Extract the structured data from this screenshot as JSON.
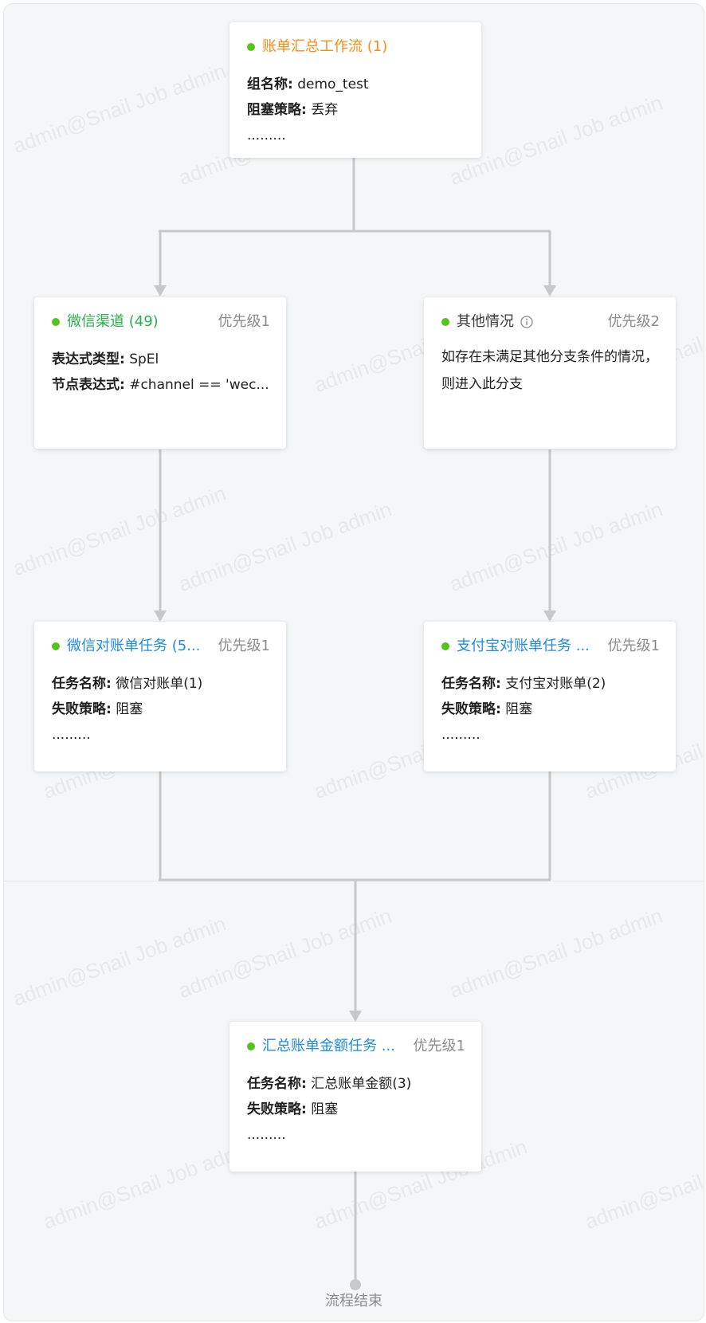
{
  "root": {
    "title": "账单汇总工作流 (1)",
    "rows": [
      {
        "key": "组名称:",
        "value": "demo_test"
      },
      {
        "key": "阻塞策略:",
        "value": "丢弃"
      }
    ],
    "more": "........."
  },
  "branches": [
    {
      "title": "微信渠道  (49)",
      "priority": "优先级1",
      "rows": [
        {
          "key": "表达式类型:",
          "value": "SpEl"
        },
        {
          "key": "节点表达式:",
          "value": "#channel == 'wec..."
        }
      ]
    },
    {
      "title": "其他情况",
      "priority": "优先级2",
      "description": "如存在未满足其他分支条件的情况，则进入此分支"
    }
  ],
  "tasks": [
    {
      "title": "微信对账单任务  (5...",
      "priority": "优先级1",
      "rows": [
        {
          "key": "任务名称:",
          "value": "微信对账单(1)"
        },
        {
          "key": "失败策略:",
          "value": "阻塞"
        }
      ],
      "more": "........."
    },
    {
      "title": "支付宝对账单任务 ...",
      "priority": "优先级1",
      "rows": [
        {
          "key": "任务名称:",
          "value": "支付宝对账单(2)"
        },
        {
          "key": "失败策略:",
          "value": "阻塞"
        }
      ],
      "more": "........."
    }
  ],
  "summary": {
    "title": "汇总账单金额任务 ...",
    "priority": "优先级1",
    "rows": [
      {
        "key": "任务名称:",
        "value": "汇总账单金额(3)"
      },
      {
        "key": "失败策略:",
        "value": "阻塞"
      }
    ],
    "more": "........."
  },
  "end_label": "流程结束",
  "watermark_text": "admin@Snail Job admin",
  "colors": {
    "status_dot": "#52c41a",
    "root_title": "#fa8c16",
    "branch_title": "#27b148",
    "task_title": "#1e8be6",
    "connector": "#c8c8c8",
    "priority": "#8c8c8c"
  }
}
